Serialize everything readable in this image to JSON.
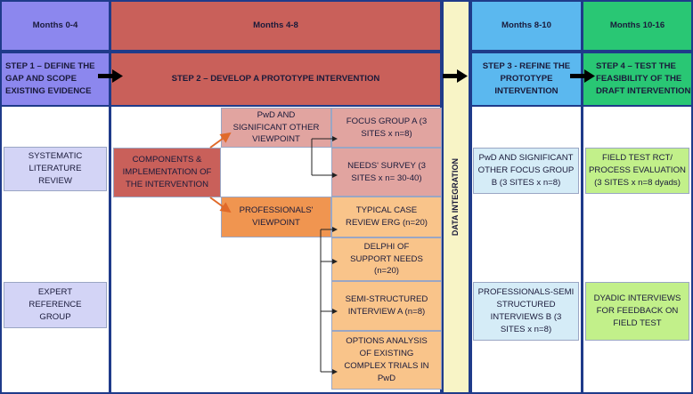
{
  "headers": {
    "m1": "Months 0-4",
    "m2": "Months 4-8",
    "m3": "Months 8-10",
    "m4": "Months 10-16"
  },
  "steps": {
    "s1": "STEP 1 – DEFINE THE GAP AND SCOPE EXISTING EVIDENCE",
    "s2": "STEP 2 – DEVELOP A PROTOTYPE INTERVENTION",
    "s3": "STEP 3 - REFINE THE PROTOTYPE INTERVENTION",
    "s4": "STEP 4 – TEST THE FEASIBILITY OF THE DRAFT INTERVENTION"
  },
  "data_integration": "DATA INTEGRATION",
  "col1": {
    "slr": "SYSTEMATIC LITERATURE REVIEW",
    "erg": "EXPERT REFERENCE GROUP"
  },
  "col2": {
    "components": "COMPONENTS & IMPLEMENTATION OF THE INTERVENTION",
    "pwd_view": "PwD AND SIGNIFICANT OTHER VIEWPOINT",
    "prof_view": "PROFESSIONALS' VIEWPOINT",
    "fg_a": "FOCUS GROUP A (3 SITES x n=8)",
    "needs": "NEEDS' SURVEY (3 SITES x n= 30-40)",
    "case_review": "TYPICAL CASE REVIEW ERG (n=20)",
    "delphi": "DELPHI OF SUPPORT NEEDS (n=20)",
    "semi_a": "SEMI-STRUCTURED INTERVIEW A (n=8)",
    "options": "OPTIONS ANALYSIS OF EXISTING COMPLEX TRIALS IN PwD"
  },
  "col3": {
    "fg_b": "PwD AND SIGNIFICANT OTHER FOCUS GROUP B (3 SITES x n=8)",
    "prof_b": "PROFESSIONALS-SEMI STRUCTURED INTERVIEWS B (3 SITES x n=8)"
  },
  "col4": {
    "field_test": "FIELD TEST RCT/ PROCESS EVALUATION (3 SITES x n=8 dyads)",
    "dyadic": "DYADIC INTERVIEWS FOR FEEDBACK ON FIELD TEST"
  },
  "colors": {
    "step1": "#8c87ee",
    "step2": "#c9605a",
    "step3": "#5bb8ef",
    "step4": "#29c774",
    "col1_light": "#d3d4f6",
    "pwd_pink": "#e1a4a0",
    "orange_dark": "#f09550",
    "orange_light": "#f9c48a",
    "step3_light": "#d5ecf7",
    "step4_light": "#c2f08a",
    "data_integration": "#f8f4c6"
  }
}
